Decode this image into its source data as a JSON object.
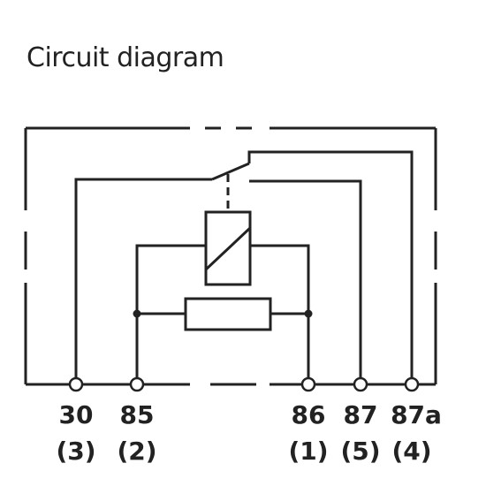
{
  "title": "Circuit diagram",
  "colors": {
    "line": "#222222",
    "background": "#ffffff"
  },
  "terminals": [
    {
      "id": "30",
      "name": "30",
      "pin": "(3)"
    },
    {
      "id": "85",
      "name": "85",
      "pin": "(2)"
    },
    {
      "id": "86",
      "name": "86",
      "pin": "(1)"
    },
    {
      "id": "87",
      "name": "87",
      "pin": "(5)"
    },
    {
      "id": "87a",
      "name": "87a",
      "pin": "(4)"
    }
  ]
}
